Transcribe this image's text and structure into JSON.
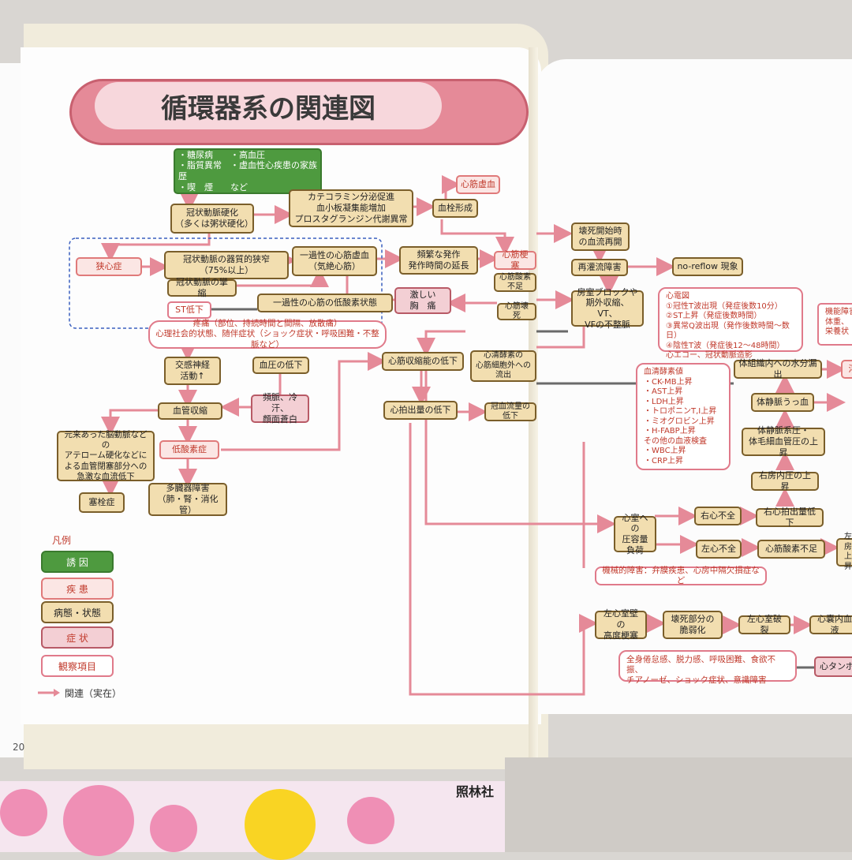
{
  "title": "循環器系の関連図",
  "page_number": "20",
  "publisher": "照林社",
  "legend": {
    "header": "凡例",
    "items": [
      "誘 因",
      "疾 患",
      "病態・状態",
      "症 状",
      "観察項目"
    ],
    "relation": "関連（実在）"
  },
  "nodes": {
    "inducers": "・糖尿病　　・高血圧\n・脂質異常　・虚血性心疾患の家族歴\n・喫　煙　　など",
    "arteriosclerosis": "冠状動脈硬化\n（多くは粥状硬化）",
    "catecholamine": "カテコラミン分泌促進\n血小板凝集能増加\nプロスタグランジン代謝異常",
    "thrombus": "血栓形成",
    "ischemia_top": "心筋虚血",
    "angina": "狭心症",
    "stenosis": "冠状動脈の器質的狭窄\n（75%以上）",
    "spasm": "冠状動脈の攣縮",
    "st_down": "ST低下",
    "transient_ischemia": "一過性の心筋虚血\n（気絶心筋）",
    "transient_hypoxia": "一過性の心筋の低酸素状態",
    "frequent_attacks": "頻繁な発作\n発作時間の延長",
    "mi": "心筋梗塞",
    "hypoxia": "心筋酸素不足",
    "necrosis": "心筋壊死",
    "chest_pain": "激しい\n胸　痛",
    "pain_obs": "疼痛（部位、持続時間と間隔、放散痛）\n心理社会的状態、随伴症状（ショック症状・呼吸困難・不整脈など）",
    "sympathetic": "交感神経\n活動↑",
    "bp_down": "血圧の低下",
    "vasoconstriction": "血管収縮",
    "tachy": "頻脈、冷汗、\n顔面蒼白",
    "prior_athero": "元来あった脳動脈などの\nアテローム硬化などに\nよる血管閉塞部分への\n急激な血流低下",
    "hypoxemia": "低酸素症",
    "embolism": "塞栓症",
    "mof": "多臓器障害\n（肺・腎・消化管）",
    "contractility": "心筋収縮能の低下",
    "enzymes_leak": "心清酵素の\n心筋細胞外への流出",
    "co_down": "心拍出量の低下",
    "coronary_flow": "冠血流量の低下",
    "reperfusion_start": "壊死開始時\nの血流再開",
    "reperfusion_injury": "再灌流障害",
    "no_reflow": "no-reflow 現象",
    "arrhythmia": "房室ブロックや\n期外収縮、VT、\nVFの不整脈",
    "ecg": "心電図\n①冠性T波出現（発症後数10分）\n②ST上昇（発症後数時間）\n③異常Q波出現（発作後数時間〜数日）\n④陰性T波（発症後12〜48時間）\n心エコー、冠状動脈造影",
    "enzymes": "血清酵素値\n・CK-MB上昇\n・AST上昇\n・LDH上昇\n・トロポニンT,I上昇\n・ミオグロビン上昇\n・H-FABP上昇\nその他の血液検査\n・WBC上昇\n・CRP上昇",
    "leak_water": "体組織内への水分漏出",
    "venous_congestion": "体静脈うっ血",
    "venous_pressure": "体静脈系圧・\n体毛細血管圧の上昇",
    "ra_pressure": "右房内圧の上昇",
    "pressure_load": "心室への\n圧容量負荷",
    "right_failure": "右心不全",
    "rv_output": "右心拍出量低下",
    "left_failure": "左心不全",
    "myo_o2": "心筋酸素不足",
    "la_edge": "左房\n上昇",
    "mechanical": "機械的障害：弁膜疾患、心房中隔欠損症など",
    "lv_infarct": "左心室壁の\n高度梗塞",
    "fragile": "壊死部分の\n脆弱化",
    "rupture": "左心室破裂",
    "pericardial_edge": "心嚢内血液",
    "shock_symptoms": "全身倦怠感、脱力感、呼吸困難、食欲不振、\nチアノーゼ、ショック症状、意識障害",
    "tamponade_edge": "心タンポ",
    "right_edge_box": "機能障害\n体重、\n栄養状",
    "right_edge_small": "浮"
  },
  "colors": {
    "inducer": "#4e9a3f",
    "condition": "#f2deb0",
    "disease_border": "#e07a7a",
    "symptom": "#f3cfd4",
    "arrow": "#e58a98",
    "banner": "#e58a98"
  }
}
